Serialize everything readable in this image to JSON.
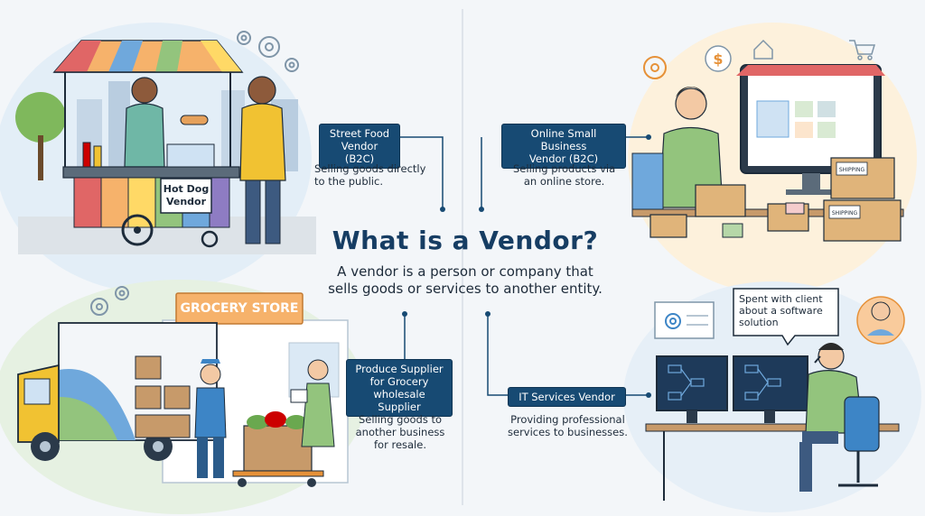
{
  "center": {
    "title": "What is a Vendor?",
    "definition_line1": "A vendor is a person or company that",
    "definition_line2": "sells goods or services to another entity."
  },
  "quadrants": {
    "street_food": {
      "label_line1": "Street Food",
      "label_line2": "Vendor (B2C)",
      "desc_line1": "Selling goods directly",
      "desc_line2": "to the public.",
      "cart_sign_line1": "Hot Dog",
      "cart_sign_line2": "Vendor"
    },
    "online_business": {
      "label_line1": "Online Small Business",
      "label_line2": "Vendor (B2C)",
      "desc_line1": "Selling products via",
      "desc_line2": "an online store.",
      "box_label_1": "SHIPPING",
      "box_label_2": "SHIPPING"
    },
    "produce_supplier": {
      "label_line1": "Produce Supplier",
      "label_line2": "for Grocery",
      "label_line3": "wholesale Supplier",
      "desc_line1": "Selling goods to",
      "desc_line2": "another business",
      "desc_line3": "for resale.",
      "store_sign": "GROCERY STORE"
    },
    "it_services": {
      "label": "IT Services Vendor",
      "desc_line1": "Providing professional",
      "desc_line2": "services to businesses.",
      "bubble_line1": "Spent with client",
      "bubble_line2": "about a software",
      "bubble_line3": "solution"
    }
  },
  "colors": {
    "label_bg": "#174a73",
    "title": "#163d63",
    "connector": "#174a73",
    "accent_green": "#6aa84f",
    "accent_orange": "#e69138"
  },
  "icons": [
    "gear-icon",
    "dollar-icon",
    "house-icon",
    "cart-icon",
    "headset-icon"
  ]
}
